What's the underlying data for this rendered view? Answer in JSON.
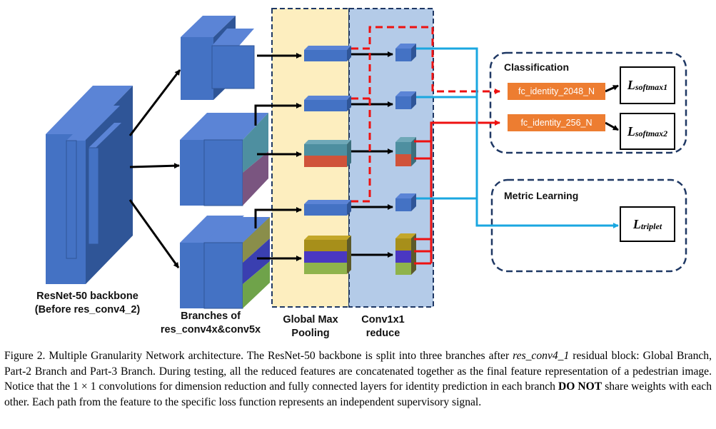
{
  "labels": {
    "backbone_line1": "ResNet-50 backbone",
    "backbone_line2": "(Before res_conv4_2)",
    "branches_line1": "Branches of",
    "branches_line2": "res_conv4x&conv5x",
    "gmp_line1": "Global Max",
    "gmp_line2": "Pooling",
    "conv_line1": "Conv1x1",
    "conv_line2": "reduce"
  },
  "classification": {
    "title": "Classification",
    "fc1": "fc_identity_2048_N",
    "fc2": "fc_identity_256_N",
    "loss1_main": "L",
    "loss1_sub": "softmax1",
    "loss2_main": "L",
    "loss2_sub": "softmax2"
  },
  "metric": {
    "title": "Metric Learning",
    "loss_main": "L",
    "loss_sub": "triplet"
  },
  "caption": {
    "part1": "Figure 2. Multiple Granularity Network architecture. The ResNet-50 backbone is split into three branches after ",
    "italic": "res_conv4_1",
    "part2": " residual block: Global Branch, Part-2 Branch and Part-3 Branch. During testing, all the reduced features are concatenated together as the final feature representation of a pedestrian image. Notice that the 1 × 1 convolutions for dimension reduction and fully connected layers for identity prediction in each branch ",
    "bold": "DO NOT",
    "part3": " share weights with each other. Each path from the feature to the specific loss function represents an independent supervisory signal."
  },
  "colors": {
    "block_blue": "#4472c4",
    "block_top": "#5b84d6",
    "block_side": "#2f5597",
    "pool_bg": "#fdeebf",
    "conv_bg": "#b4cbe8",
    "fc_orange": "#ed7d31",
    "red_arrow": "#ee1111",
    "cyan_arrow": "#1aa7e0",
    "dash_border": "#1f3864",
    "teal": "#4e8fa0",
    "rust": "#d0533a",
    "olive": "#a78f1a",
    "indigo": "#4a37c2",
    "green": "#8fb34b"
  }
}
